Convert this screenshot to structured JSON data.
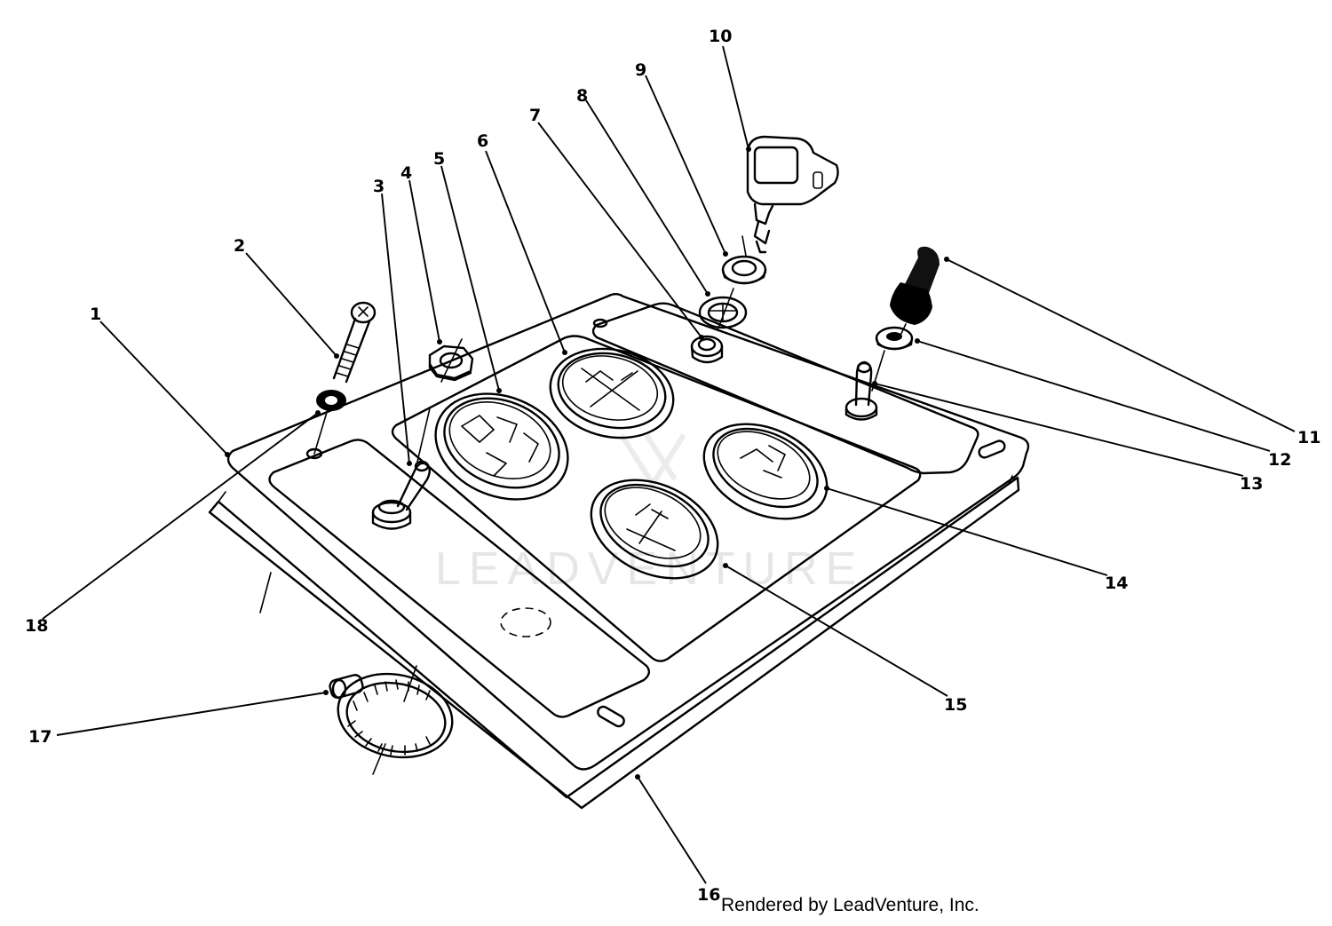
{
  "watermark": "LEADVENTURE",
  "credit": "Rendered by LeadVenture, Inc.",
  "callouts": [
    "1",
    "2",
    "3",
    "4",
    "5",
    "6",
    "7",
    "8",
    "9",
    "10",
    "11",
    "12",
    "13",
    "14",
    "15",
    "16",
    "17",
    "18"
  ]
}
